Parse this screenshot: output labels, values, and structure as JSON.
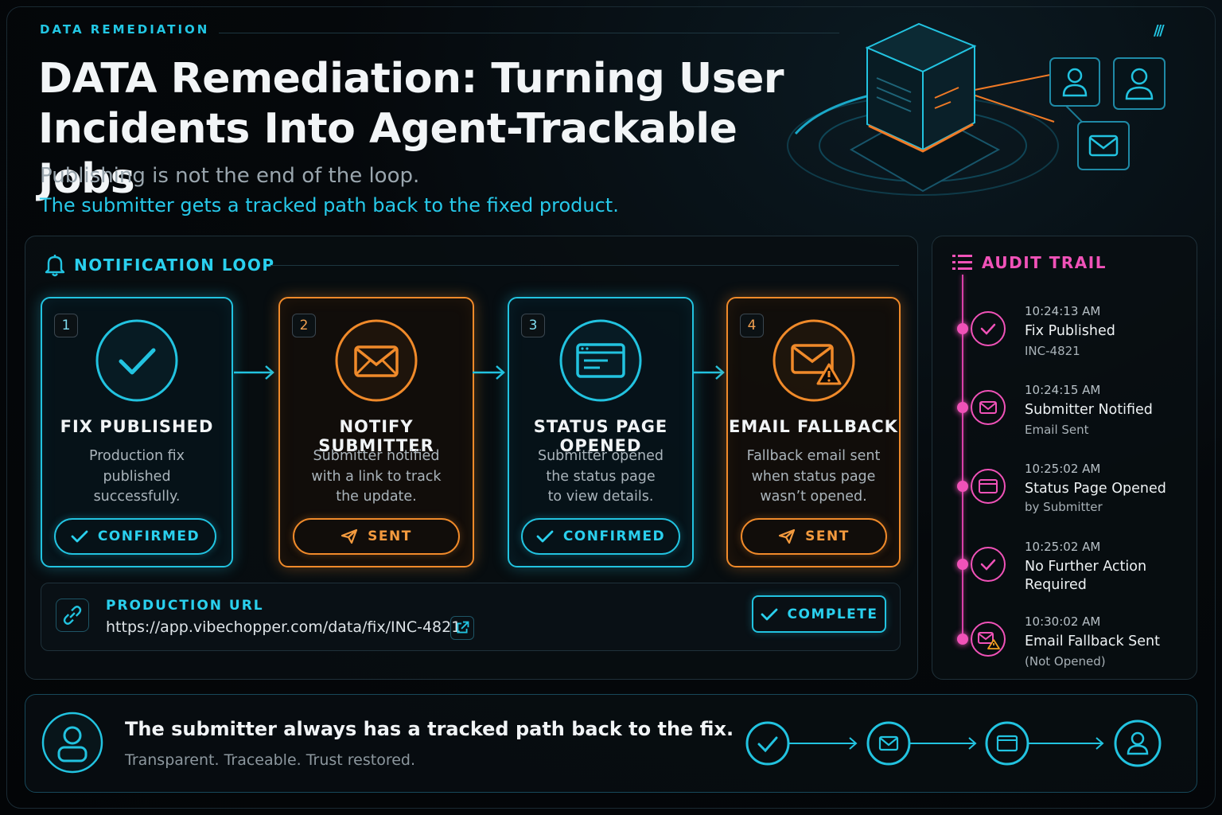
{
  "header": {
    "kicker": "DATA REMEDIATION",
    "title": "DATA Remediation: Turning User Incidents Into Agent-Trackable Jobs",
    "subtitle": "Publishing is not the end of the loop.",
    "subtitle_highlight": "The submitter gets a tracked path back to the fixed product."
  },
  "notification_loop": {
    "heading": "NOTIFICATION LOOP",
    "heading_icon": "bell-icon",
    "steps": [
      {
        "number": "1",
        "title": "FIX PUBLISHED",
        "description": "Production fix\npublished\nsuccessfully.",
        "status": "CONFIRMED",
        "status_icon": "check-icon",
        "icon": "check-circle-icon",
        "accent": "#22c3e0"
      },
      {
        "number": "2",
        "title": "NOTIFY SUBMITTER",
        "description": "Submitter notified\nwith a link to track\nthe update.",
        "status": "SENT",
        "status_icon": "send-icon",
        "icon": "envelope-icon",
        "accent": "#f08a2a"
      },
      {
        "number": "3",
        "title": "STATUS PAGE OPENED",
        "description": "Submitter opened\nthe status page\nto view details.",
        "status": "CONFIRMED",
        "status_icon": "check-icon",
        "icon": "browser-window-icon",
        "accent": "#22c3e0"
      },
      {
        "number": "4",
        "title": "EMAIL FALLBACK",
        "description": "Fallback email sent\nwhen status page\nwasn’t opened.",
        "status": "SENT",
        "status_icon": "send-icon",
        "icon": "envelope-warning-icon",
        "accent": "#f08a2a"
      }
    ],
    "production_url": {
      "label": "PRODUCTION URL",
      "value": "https://app.vibechopper.com/data/fix/INC-4821",
      "button": "COMPLETE"
    }
  },
  "audit_trail": {
    "heading": "AUDIT TRAIL",
    "heading_icon": "list-icon",
    "entries": [
      {
        "time": "10:24:13 AM",
        "event": "Fix Published",
        "detail": "INC-4821",
        "icon": "check-icon"
      },
      {
        "time": "10:24:15 AM",
        "event": "Submitter Notified",
        "detail": "Email Sent",
        "icon": "envelope-icon"
      },
      {
        "time": "10:25:02 AM",
        "event": "Status Page Opened",
        "detail": "by Submitter",
        "icon": "browser-window-icon"
      },
      {
        "time": "10:25:02 AM",
        "event": "No Further Action\nRequired",
        "detail": "",
        "icon": "check-icon"
      },
      {
        "time": "10:30:02 AM",
        "event": "Email Fallback Sent",
        "detail": "(Not Opened)",
        "icon": "envelope-warning-icon"
      }
    ]
  },
  "footer": {
    "headline": "The submitter always has a tracked path back to the fix.",
    "tagline": "Transparent. Traceable. Trust restored.",
    "flow_icons": [
      "check-icon",
      "envelope-icon",
      "browser-window-icon",
      "user-icon"
    ]
  },
  "colors": {
    "cyan": "#22c3e0",
    "orange": "#f08a2a",
    "magenta": "#f052b8"
  }
}
